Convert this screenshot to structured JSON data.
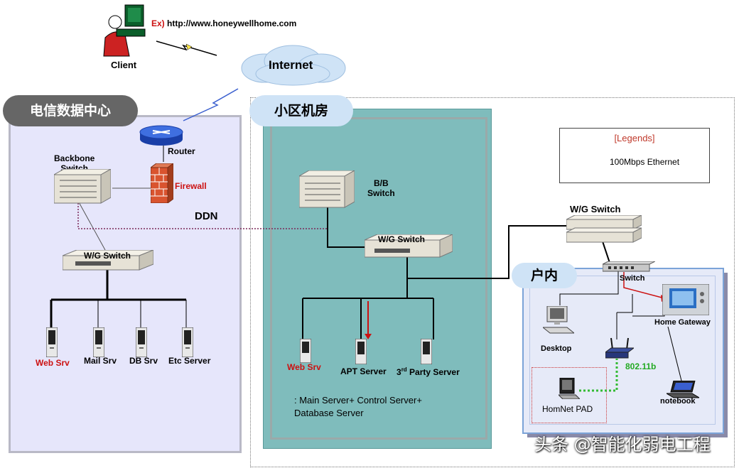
{
  "client": {
    "label": "Client",
    "url_prefix": "Ex)",
    "url": "http://www.honeywellhome.com"
  },
  "internet": {
    "label": "Internet"
  },
  "zones": {
    "telecom": "电信数据中心",
    "community": "小区机房",
    "indoor": "户内"
  },
  "telecom_center": {
    "router": "Router",
    "backbone_switch": "Backbone\nSwitch",
    "firewall": "Firewall",
    "wg_switch": "W/G Switch",
    "servers": [
      "Web Srv",
      "Mail Srv",
      "DB Srv",
      "Etc Server"
    ]
  },
  "ddn": "DDN",
  "community_room": {
    "bb_switch": "B/B\nSwitch",
    "wg_switch": "W/G Switch",
    "servers": {
      "web": "Web Srv",
      "apt": "APT Server",
      "third_party_sup": "rd",
      "third_party_prefix": "3",
      "third_party_rest": " Party Server"
    },
    "note_line1": ": Main Server+ Control Server+",
    "note_line2": "Database Server"
  },
  "outdoor": {
    "wg_switch": "W/G  Switch"
  },
  "indoor": {
    "switch": "Switch",
    "home_gateway": "Home Gateway",
    "desktop": "Desktop",
    "wifi": "802.11b",
    "pad": "HomNet PAD",
    "notebook": "notebook"
  },
  "legend": {
    "title": "[Legends]",
    "item": "100Mbps Ethernet"
  },
  "watermark": "头条 @智能化弱电工程",
  "colors": {
    "telecom_bg": "#e6e6fb",
    "community_bg": "#7fbcbc",
    "indoor_bg": "#e6eaf8",
    "pill_gray": "#666666",
    "pill_blue": "#cfe3f6",
    "accent_red": "#cc1111",
    "wifi_green": "#33bb33"
  }
}
